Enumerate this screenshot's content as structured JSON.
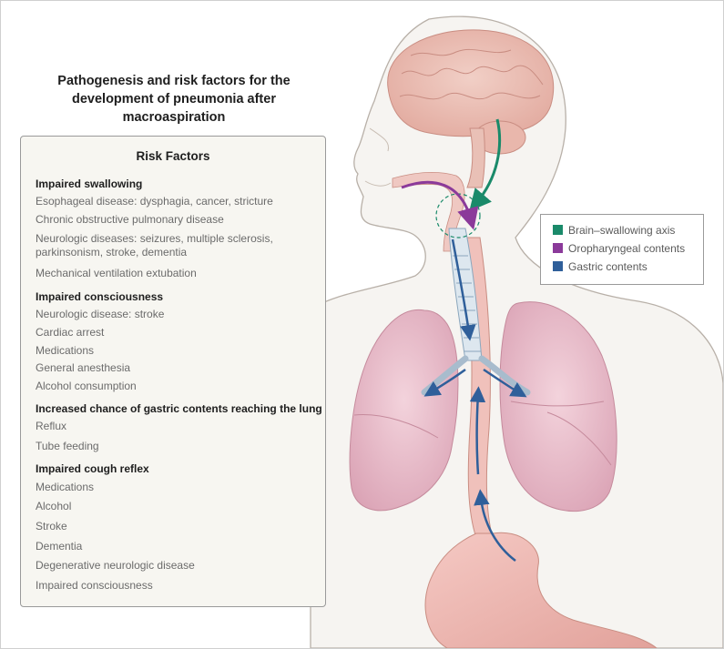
{
  "title": "Pathogenesis and risk factors for the development of pneumonia after macroaspiration",
  "risk_factors": {
    "heading": "Risk Factors",
    "sections": [
      {
        "label": "Impaired swallowing",
        "items": [
          "Esophageal disease: dysphagia, cancer, stricture",
          "Chronic obstructive pulmonary disease",
          "Neurologic diseases: seizures, multiple sclerosis, parkinsonism, stroke, dementia",
          "Mechanical ventilation extubation"
        ]
      },
      {
        "label": "Impaired consciousness",
        "items": [
          "Neurologic disease: stroke",
          "Cardiac arrest",
          "Medications",
          "General anesthesia",
          "Alcohol consumption"
        ]
      },
      {
        "label": "Increased chance of gastric contents reaching the lung",
        "items": [
          "Reflux",
          "Tube feeding"
        ]
      },
      {
        "label": "Impaired cough reflex",
        "items": [
          "Medications",
          "Alcohol",
          "Stroke",
          "Dementia",
          "Degenerative neurologic disease",
          "Impaired consciousness"
        ]
      }
    ]
  },
  "legend": [
    {
      "label": "Brain–swallowing axis",
      "color": "#1a8a6a"
    },
    {
      "label": "Oropharyngeal contents",
      "color": "#8b3a9a"
    },
    {
      "label": "Gastric contents",
      "color": "#2f5f9a"
    }
  ]
}
